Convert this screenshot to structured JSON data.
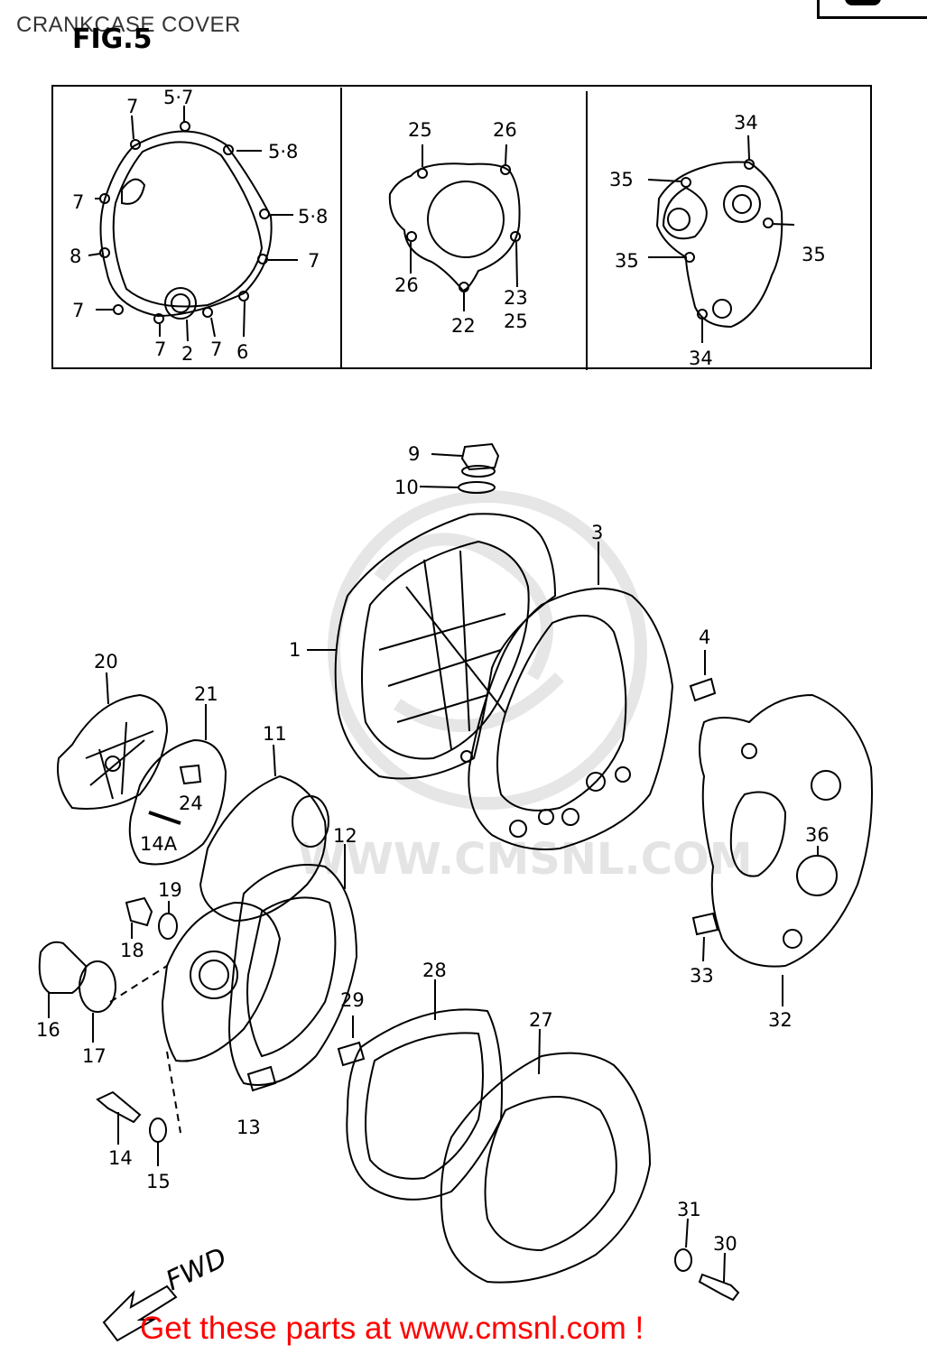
{
  "header": {
    "title": "CRANKCASE COVER",
    "figure": "FIG.5"
  },
  "watermark": "WWW.CMSNL.COM",
  "direction_label": "FWD",
  "footer": {
    "link_text": "Get these parts at www.cmsnl.com !",
    "color": "#ff0000"
  },
  "callouts": {
    "c1": "1",
    "c2": "3",
    "c3": "4",
    "c4": "9",
    "c5": "10",
    "c6": "11",
    "c7": "12",
    "c8": "13",
    "c9": "14",
    "c10": "14A",
    "c11": "15",
    "c12": "16",
    "c13": "17",
    "c14": "18",
    "c15": "19",
    "c16": "20",
    "c17": "21",
    "c18": "24",
    "c19": "27",
    "c20": "28",
    "c21": "29",
    "c22": "30",
    "c23": "31",
    "c24": "32",
    "c25": "33",
    "c26": "36",
    "p1": "5·7",
    "p2": "7",
    "p3": "5·8",
    "p4": "7",
    "p5": "5·8",
    "p6": "8",
    "p7": "7",
    "p8": "7",
    "p9": "7",
    "p10": "2",
    "p11": "7",
    "p12": "6",
    "p13": "25",
    "p14": "26",
    "p15": "26",
    "p16": "22",
    "p17": "23",
    "p18": "25",
    "p19": "34",
    "p20": "35",
    "p21": "35",
    "p22": "35",
    "p23": "34"
  }
}
